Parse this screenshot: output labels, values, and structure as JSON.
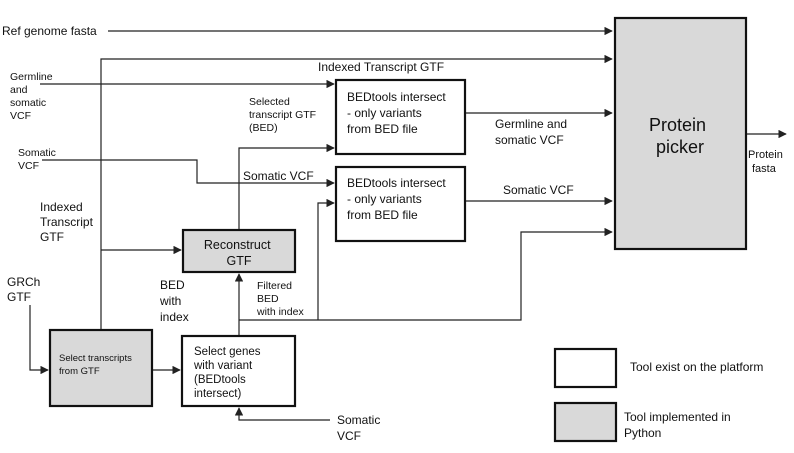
{
  "inputs": {
    "ref_genome": "Ref genome fasta",
    "germline_somatic_vcf": [
      "Germline",
      "and",
      "somatic",
      "VCF"
    ],
    "somatic_vcf_left": [
      "Somatic",
      "VCF"
    ],
    "indexed_transcript_gtf_left": [
      "Indexed",
      "Transcript",
      "GTF"
    ],
    "grch_gtf": [
      "GRCh",
      "GTF"
    ],
    "somatic_vcf_bottom": [
      "Somatic",
      "VCF"
    ]
  },
  "nodes": {
    "select_transcripts": [
      "Select transcripts",
      "from GTF"
    ],
    "select_genes": [
      "Select genes",
      "with variant",
      "(BEDtools",
      "intersect)"
    ],
    "reconstruct_gtf": [
      "Reconstruct",
      "GTF"
    ],
    "bedtools_top": [
      "BEDtools intersect",
      "- only variants",
      "from BED file"
    ],
    "bedtools_bottom": [
      "BEDtools intersect",
      "- only variants",
      "from BED file"
    ],
    "protein_picker": [
      "Protein",
      "picker"
    ]
  },
  "edge_labels": {
    "indexed_transcript_gtf_top": "Indexed Transcript GTF",
    "selected_transcript_gtf": [
      "Selected",
      "transcript GTF",
      "(BED)"
    ],
    "somatic_vcf_mid": "Somatic VCF",
    "germline_somatic_vcf_out": [
      "Germline and",
      "somatic VCF"
    ],
    "somatic_vcf_out": "Somatic VCF",
    "bed_with_index": [
      "BED",
      "with",
      "index"
    ],
    "filtered_bed_with_index": [
      "Filtered",
      "BED",
      "with index"
    ],
    "protein_fasta": [
      "Protein",
      "fasta"
    ]
  },
  "legend": {
    "white_box": "Tool exist on the platform",
    "grey_box": [
      "Tool implemented in",
      "Python"
    ]
  },
  "colors": {
    "tool_grey": "#d9d9d9",
    "tool_white": "#ffffff",
    "line": "#222222"
  }
}
